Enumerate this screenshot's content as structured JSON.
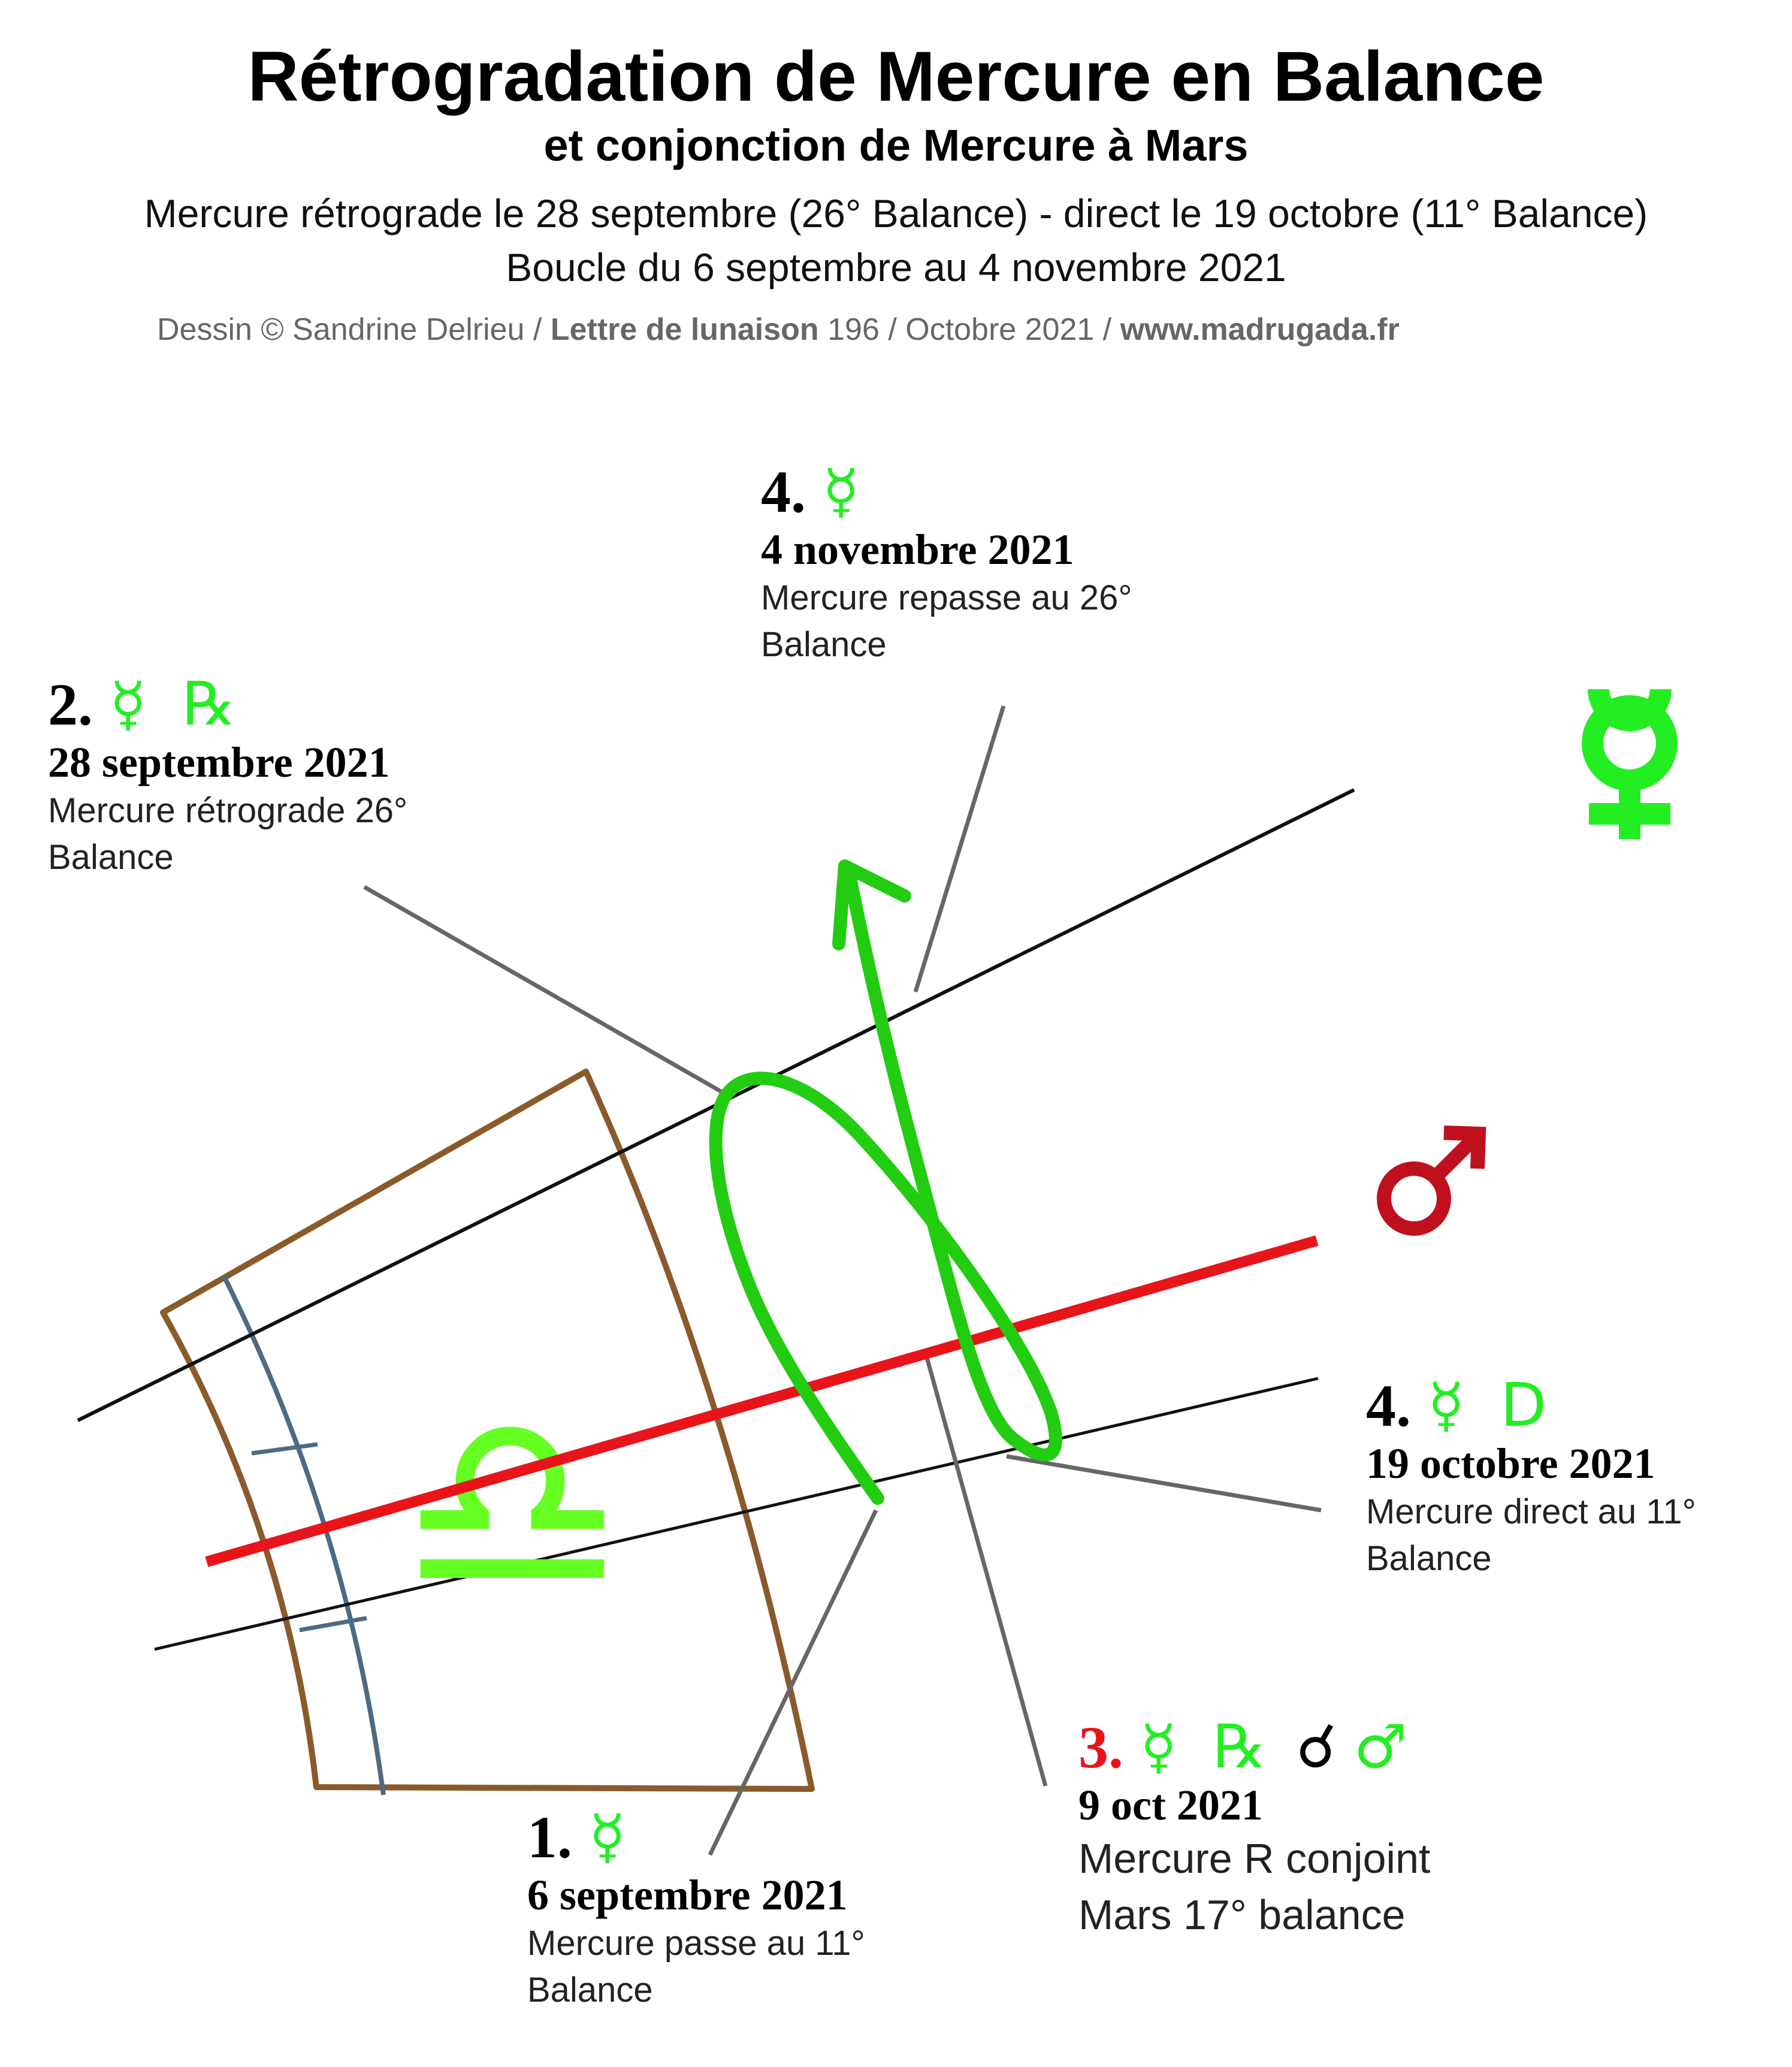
{
  "header": {
    "title": "Rétrogradation de Mercure en Balance",
    "subtitle": "et conjonction de Mercure à Mars",
    "line1": "Mercure rétrograde le 28 septembre (26° Balance) - direct le 19 octobre (11° Balance)",
    "line2": "Boucle du 6 septembre au 4 novembre 2021",
    "credit_prefix": "Dessin © Sandrine Delrieu /",
    "credit_bold": "Lettre de lunaison",
    "credit_mid": "196 / Octobre 2021 /",
    "credit_url": "www.madrugada.fr"
  },
  "symbols": {
    "mercury": "☿",
    "retro": "℞",
    "direct": "D",
    "conjunction": "☌",
    "mars": "♂",
    "libra": "♎"
  },
  "labels": {
    "p1": {
      "num": "1.",
      "date": "6 septembre 2021",
      "desc1": "Mercure passe au 11°",
      "desc2": "Balance"
    },
    "p2": {
      "num": "2.",
      "date": "28 septembre 2021",
      "desc1": "Mercure rétrograde 26°",
      "desc2": "Balance"
    },
    "p3": {
      "num": "3.",
      "date": "9 oct 2021",
      "desc1": "Mercure R conjoint",
      "desc2": "Mars 17° balance"
    },
    "p4d": {
      "num": "4.",
      "date": "19 octobre 2021",
      "desc1": "Mercure direct au 11°",
      "desc2": "Balance"
    },
    "p4": {
      "num": "4.",
      "date": "4 novembre 2021",
      "desc1": "Mercure repasse au 26°",
      "desc2": "Balance"
    }
  },
  "colors": {
    "mercury_green": "#22ee22",
    "libra_green": "#66ff22",
    "loop_green": "#22cc11",
    "mars_red": "#e8141a",
    "mars_symbol": "#c0101e",
    "sector_brown": "#8b5a2b",
    "pointer_gray": "#666666",
    "ecliptic_black": "#111111"
  }
}
